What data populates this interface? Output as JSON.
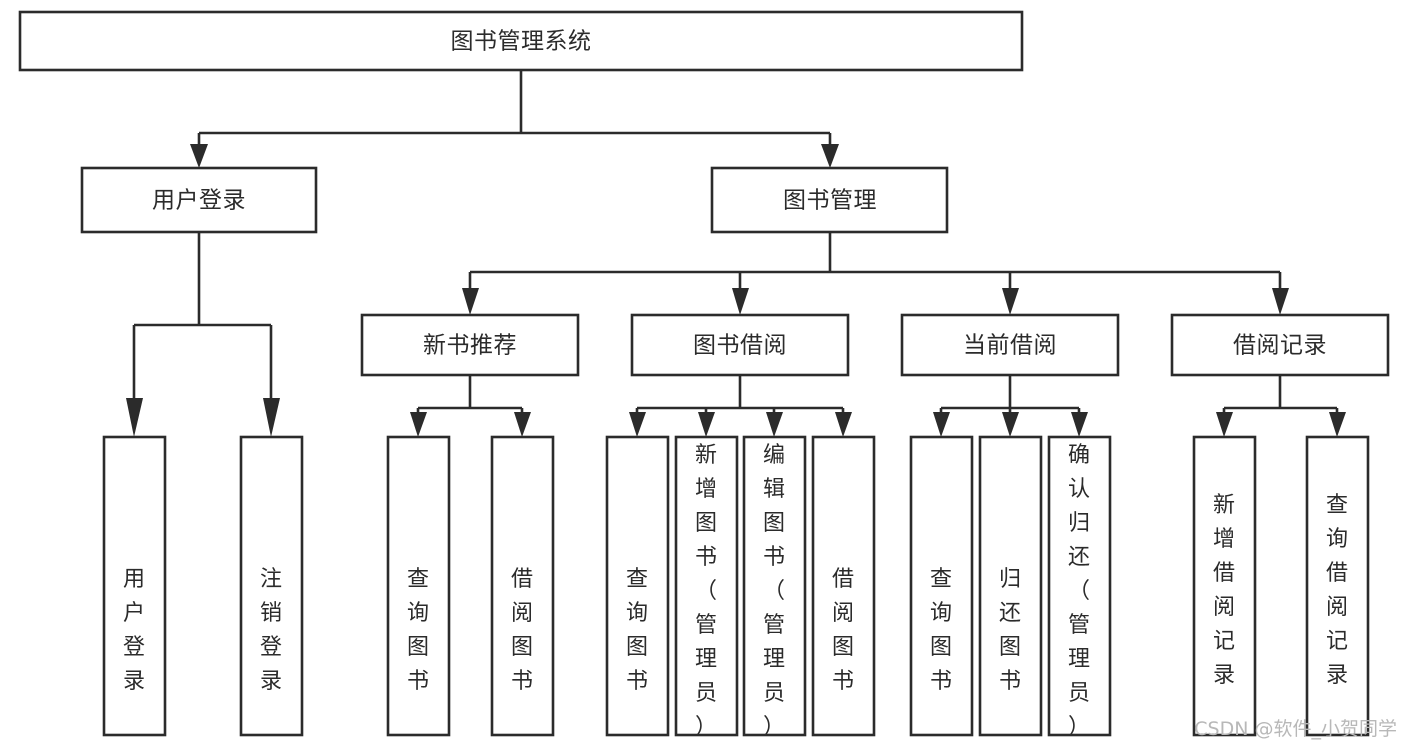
{
  "diagram": {
    "title": "图书管理系统",
    "type": "tree-hierarchy",
    "orientation": "top-down",
    "colors": {
      "stroke": "#2b2b2b",
      "fill": "#ffffff",
      "background": "#ffffff",
      "watermark": "#b8b8b8"
    },
    "root": {
      "id": "root",
      "label": "图书管理系统"
    },
    "level2": [
      {
        "id": "user-login",
        "label": "用户登录"
      },
      {
        "id": "book-management",
        "label": "图书管理"
      }
    ],
    "level3": [
      {
        "id": "new-book-recommend",
        "label": "新书推荐",
        "parent": "book-management"
      },
      {
        "id": "book-borrow",
        "label": "图书借阅",
        "parent": "book-management"
      },
      {
        "id": "current-borrow",
        "label": "当前借阅",
        "parent": "book-management"
      },
      {
        "id": "borrow-record",
        "label": "借阅记录",
        "parent": "book-management"
      }
    ],
    "leaves": {
      "user-login": [
        {
          "id": "leaf-user-login",
          "label": "用户登录"
        },
        {
          "id": "leaf-logout-login",
          "label": "注销登录"
        }
      ],
      "new-book-recommend": [
        {
          "id": "leaf-query-book-1",
          "label": "查询图书"
        },
        {
          "id": "leaf-borrow-book-1",
          "label": "借阅图书"
        }
      ],
      "book-borrow": [
        {
          "id": "leaf-query-book-2",
          "label": "查询图书"
        },
        {
          "id": "leaf-add-book-admin",
          "label": "新增图书（管理员）"
        },
        {
          "id": "leaf-edit-book-admin",
          "label": "编辑图书（管理员）"
        },
        {
          "id": "leaf-borrow-book-2",
          "label": "借阅图书"
        }
      ],
      "current-borrow": [
        {
          "id": "leaf-query-book-3",
          "label": "查询图书"
        },
        {
          "id": "leaf-return-book",
          "label": "归还图书"
        },
        {
          "id": "leaf-confirm-return-admin",
          "label": "确认归还（管理员）"
        }
      ],
      "borrow-record": [
        {
          "id": "leaf-add-borrow-record",
          "label": "新增借阅记录"
        },
        {
          "id": "leaf-query-borrow-record",
          "label": "查询借阅记录"
        }
      ]
    }
  },
  "watermark": {
    "text": "CSDN @软件_小贺同学"
  }
}
